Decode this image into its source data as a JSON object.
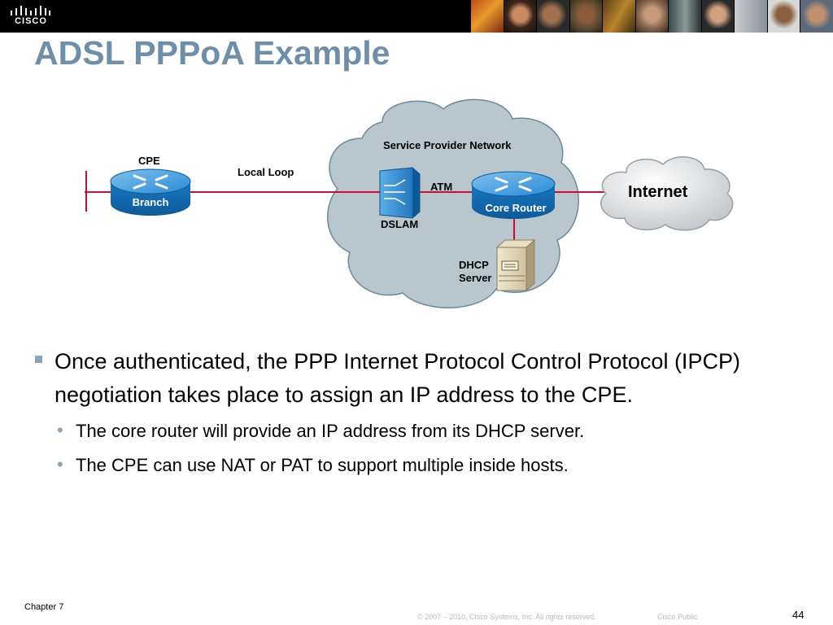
{
  "header": {
    "logo_text": "CISCO"
  },
  "title": "ADSL PPPoA Example",
  "diagram": {
    "cloud_label": "Service Provider Network",
    "cpe_label": "CPE",
    "branch_label": "Branch",
    "local_loop_label": "Local Loop",
    "atm_label": "ATM",
    "dslam_label": "DSLAM",
    "core_router_label": "Core Router",
    "dhcp_label_line1": "DHCP",
    "dhcp_label_line2": "Server",
    "internet_label": "Internet",
    "link_color": "#c8102e",
    "router_color": "#1a78c2",
    "cloud_color": "#b9c6ce"
  },
  "bullets": {
    "main": "Once authenticated, the PPP Internet Protocol Control Protocol (IPCP) negotiation takes place to assign an IP address to the CPE.",
    "sub": [
      "The core router will provide an IP address from its DHCP server.",
      "The CPE can use NAT or PAT to support multiple inside hosts."
    ]
  },
  "footer": {
    "chapter": "Chapter 7",
    "copyright": "© 2007 – 2010, Cisco Systems, Inc. All rights reserved.",
    "classification": "Cisco Public",
    "page": "44"
  }
}
